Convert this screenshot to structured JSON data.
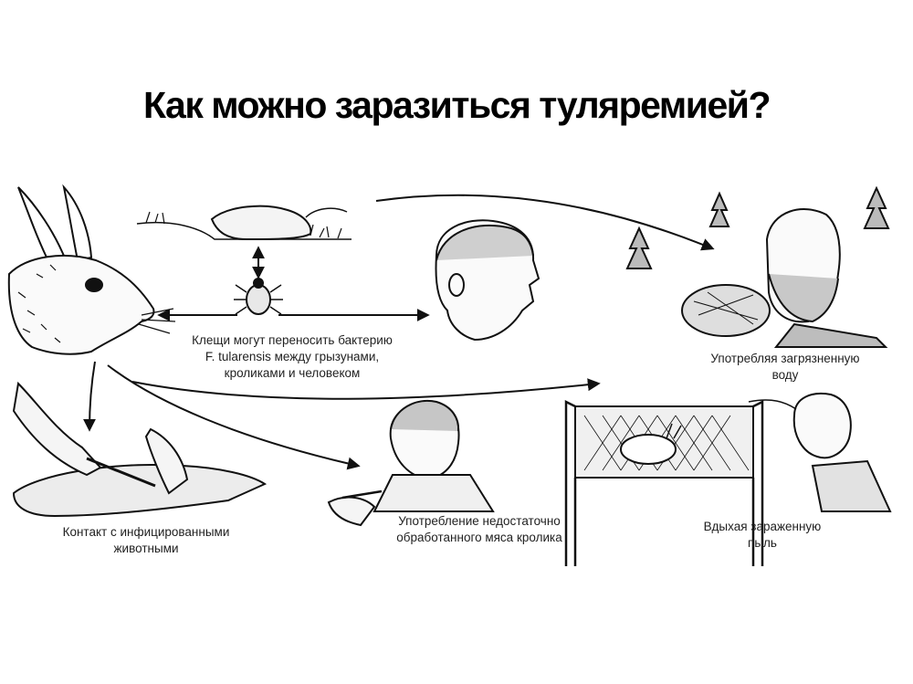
{
  "title": "Как можно заразиться туляремией?",
  "labels": {
    "ticks": [
      "Клещи могут переносить бактерию",
      "F. tularensis между грызунами,",
      "кроликами и человеком"
    ],
    "water": [
      "Употребляя загрязненную",
      "воду"
    ],
    "contact": [
      "Контакт с инфицированными",
      "животными"
    ],
    "meat": [
      "Употребление недостаточно",
      "обработанного мяса кролика"
    ],
    "dust": [
      "Вдыхая зараженную",
      "пыль"
    ]
  },
  "colors": {
    "ink": "#111111",
    "background": "#ffffff"
  }
}
